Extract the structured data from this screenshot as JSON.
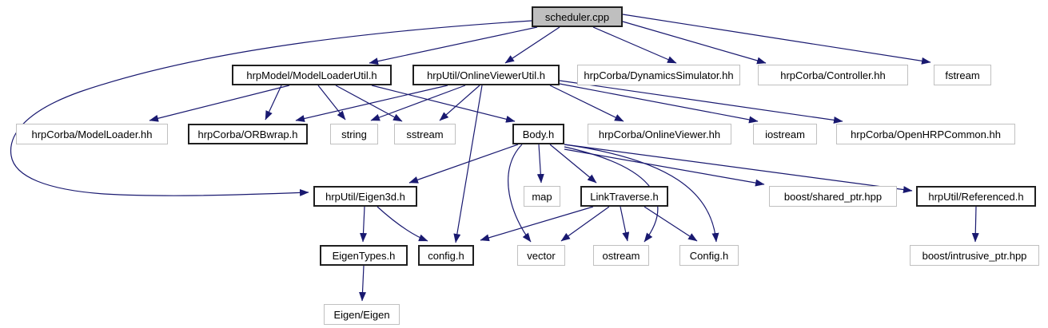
{
  "diagram": {
    "kind": "include-dependency-graph",
    "root_file": "scheduler.cpp",
    "edge_color": "#191970",
    "root_fill": "#bfbfbf",
    "linked_border_color": "#1f1f1f",
    "plain_border_color": "#c0c0c0",
    "background": "#ffffff"
  },
  "nodes": {
    "scheduler": {
      "label": "scheduler.cpp",
      "style": "root"
    },
    "mlu": {
      "label": "hrpModel/ModelLoaderUtil.h",
      "style": "linked"
    },
    "ovu": {
      "label": "hrpUtil/OnlineViewerUtil.h",
      "style": "linked"
    },
    "dyn": {
      "label": "hrpCorba/DynamicsSimulator.hh",
      "style": "plain"
    },
    "ctl": {
      "label": "hrpCorba/Controller.hh",
      "style": "plain"
    },
    "fst": {
      "label": "fstream",
      "style": "plain"
    },
    "ml": {
      "label": "hrpCorba/ModelLoader.hh",
      "style": "plain"
    },
    "orb": {
      "label": "hrpCorba/ORBwrap.h",
      "style": "linked"
    },
    "str": {
      "label": "string",
      "style": "plain"
    },
    "sst": {
      "label": "sstream",
      "style": "plain"
    },
    "bod": {
      "label": "Body.h",
      "style": "linked"
    },
    "olv": {
      "label": "hrpCorba/OnlineViewer.hh",
      "style": "plain"
    },
    "ios": {
      "label": "iostream",
      "style": "plain"
    },
    "ohc": {
      "label": "hrpCorba/OpenHRPCommon.hh",
      "style": "plain"
    },
    "eig": {
      "label": "hrpUtil/Eigen3d.h",
      "style": "linked"
    },
    "map": {
      "label": "map",
      "style": "plain"
    },
    "lt": {
      "label": "LinkTraverse.h",
      "style": "linked"
    },
    "shp": {
      "label": "boost/shared_ptr.hpp",
      "style": "plain"
    },
    "ref": {
      "label": "hrpUtil/Referenced.h",
      "style": "linked"
    },
    "ety": {
      "label": "EigenTypes.h",
      "style": "linked"
    },
    "cfg": {
      "label": "config.h",
      "style": "linked"
    },
    "vec": {
      "label": "vector",
      "style": "plain"
    },
    "ost": {
      "label": "ostream",
      "style": "plain"
    },
    "cfb": {
      "label": "Config.h",
      "style": "plain"
    },
    "int": {
      "label": "boost/intrusive_ptr.hpp",
      "style": "plain"
    },
    "eee": {
      "label": "Eigen/Eigen",
      "style": "plain"
    }
  },
  "edges": [
    {
      "from": "scheduler",
      "to": "mlu"
    },
    {
      "from": "scheduler",
      "to": "ovu"
    },
    {
      "from": "scheduler",
      "to": "dyn"
    },
    {
      "from": "scheduler",
      "to": "ctl"
    },
    {
      "from": "scheduler",
      "to": "fst"
    },
    {
      "from": "scheduler",
      "to": "eig"
    },
    {
      "from": "mlu",
      "to": "ml"
    },
    {
      "from": "mlu",
      "to": "orb"
    },
    {
      "from": "mlu",
      "to": "str"
    },
    {
      "from": "mlu",
      "to": "sst"
    },
    {
      "from": "mlu",
      "to": "bod"
    },
    {
      "from": "ovu",
      "to": "orb"
    },
    {
      "from": "ovu",
      "to": "str"
    },
    {
      "from": "ovu",
      "to": "sst"
    },
    {
      "from": "ovu",
      "to": "olv"
    },
    {
      "from": "ovu",
      "to": "ios"
    },
    {
      "from": "ovu",
      "to": "ohc"
    },
    {
      "from": "ovu",
      "to": "cfg"
    },
    {
      "from": "bod",
      "to": "eig"
    },
    {
      "from": "bod",
      "to": "map"
    },
    {
      "from": "bod",
      "to": "lt"
    },
    {
      "from": "bod",
      "to": "vec"
    },
    {
      "from": "bod",
      "to": "ost"
    },
    {
      "from": "bod",
      "to": "cfb"
    },
    {
      "from": "bod",
      "to": "shp"
    },
    {
      "from": "bod",
      "to": "ref"
    },
    {
      "from": "eig",
      "to": "ety"
    },
    {
      "from": "eig",
      "to": "cfg"
    },
    {
      "from": "lt",
      "to": "cfg"
    },
    {
      "from": "lt",
      "to": "vec"
    },
    {
      "from": "lt",
      "to": "ost"
    },
    {
      "from": "lt",
      "to": "cfb"
    },
    {
      "from": "ety",
      "to": "eee"
    },
    {
      "from": "ref",
      "to": "int"
    }
  ]
}
